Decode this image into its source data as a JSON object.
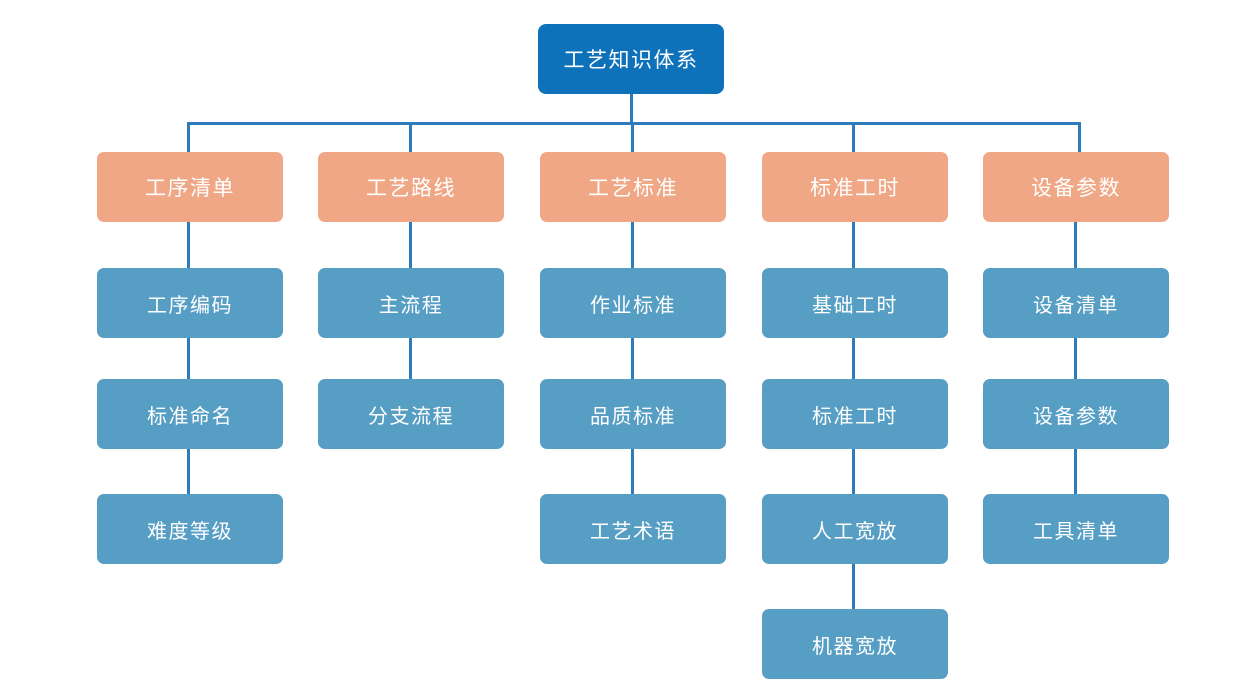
{
  "diagram": {
    "type": "tree",
    "title_node": "工艺知识体系",
    "orientation": "top-down",
    "colors": {
      "root": "#0d72b9",
      "branch": "#efa786",
      "leaf": "#579ec4",
      "connector": "#2e7cbb",
      "background": "#ffffff",
      "label": "#ffffff"
    },
    "root": {
      "label": "工艺知识体系"
    },
    "columns": [
      {
        "branch": "工序清单",
        "children": [
          "工序编码",
          "标准命名",
          "难度等级"
        ]
      },
      {
        "branch": "工艺路线",
        "children": [
          "主流程",
          "分支流程"
        ]
      },
      {
        "branch": "工艺标准",
        "children": [
          "作业标准",
          "品质标准",
          "工艺术语"
        ]
      },
      {
        "branch": "标准工时",
        "children": [
          "基础工时",
          "标准工时",
          "人工宽放",
          "机器宽放"
        ]
      },
      {
        "branch": "设备参数",
        "children": [
          "设备清单",
          "设备参数",
          "工具清单"
        ]
      }
    ]
  }
}
